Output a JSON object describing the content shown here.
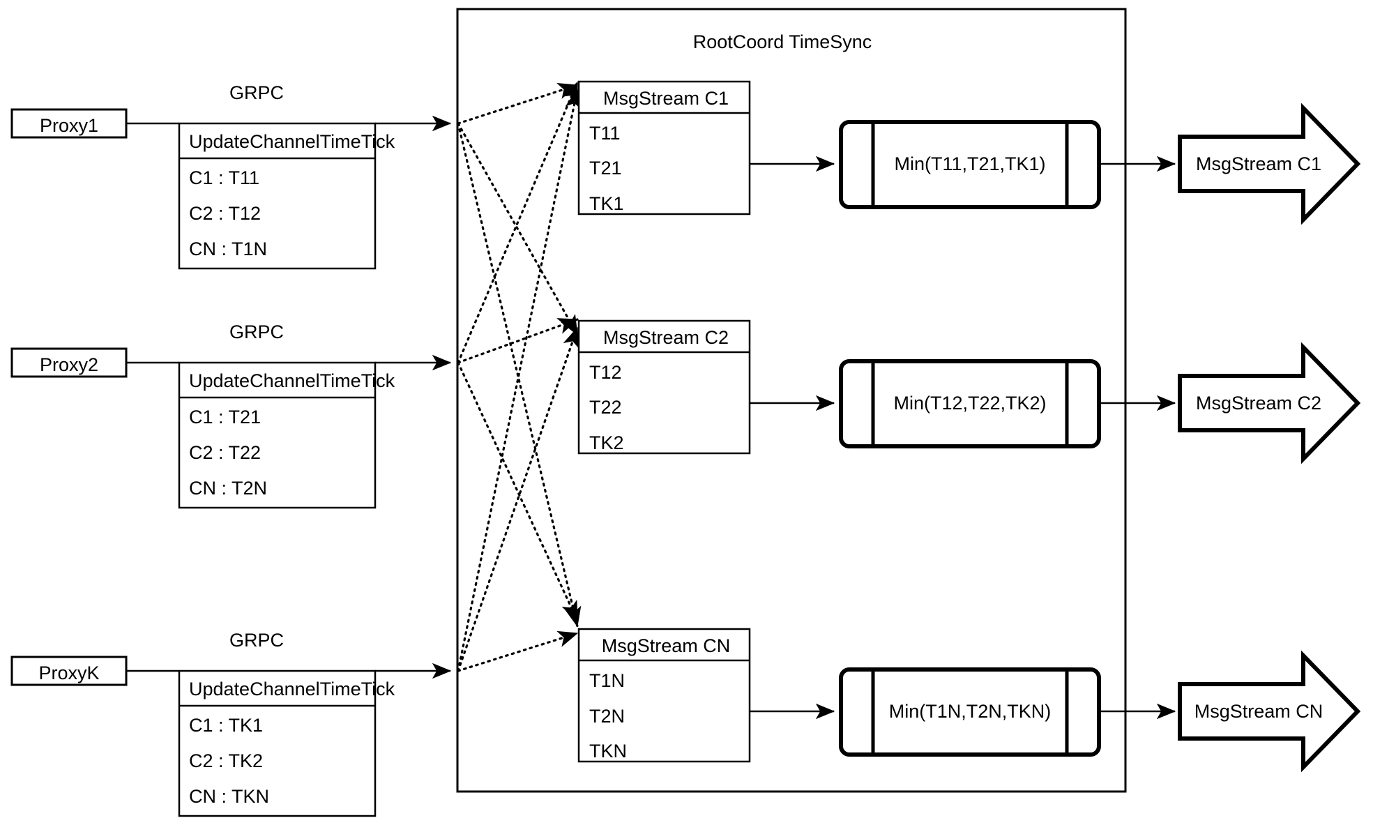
{
  "diagram": {
    "container": {
      "title": "RootCoord TimeSync"
    },
    "link_labels": {
      "grpc": "GRPC"
    },
    "proxies": [
      {
        "name": "Proxy1",
        "link_label": "GRPC",
        "rpc": {
          "header": "UpdateChannelTimeTick",
          "rows": [
            "C1 :  T11",
            "C2 :  T12",
            "CN : T1N"
          ]
        }
      },
      {
        "name": "Proxy2",
        "link_label": "GRPC",
        "rpc": {
          "header": "UpdateChannelTimeTick",
          "rows": [
            "C1 :  T21",
            "C2 :  T22",
            "CN : T2N"
          ]
        }
      },
      {
        "name": "ProxyK",
        "link_label": "GRPC",
        "rpc": {
          "header": "UpdateChannelTimeTick",
          "rows": [
            "C1 :  TK1",
            "C2 :  TK2",
            "CN : TKN"
          ]
        }
      }
    ],
    "channels": [
      {
        "msgstream": {
          "header": "MsgStream C1",
          "rows": [
            "T11",
            "T21",
            "TK1"
          ]
        },
        "process": {
          "label": "Min(T11,T21,TK1)"
        },
        "output": {
          "label": "MsgStream C1"
        }
      },
      {
        "msgstream": {
          "header": "MsgStream C2",
          "rows": [
            "T12",
            "T22",
            "TK2"
          ]
        },
        "process": {
          "label": "Min(T12,T22,TK2)"
        },
        "output": {
          "label": "MsgStream C2"
        }
      },
      {
        "msgstream": {
          "header": "MsgStream CN",
          "rows": [
            "T1N",
            "T2N",
            "TKN"
          ]
        },
        "process": {
          "label": "Min(T1N,T2N,TKN)"
        },
        "output": {
          "label": "MsgStream CN"
        }
      }
    ],
    "colors": {
      "stroke": "#000000",
      "background": "#ffffff",
      "text": "#000000"
    }
  }
}
